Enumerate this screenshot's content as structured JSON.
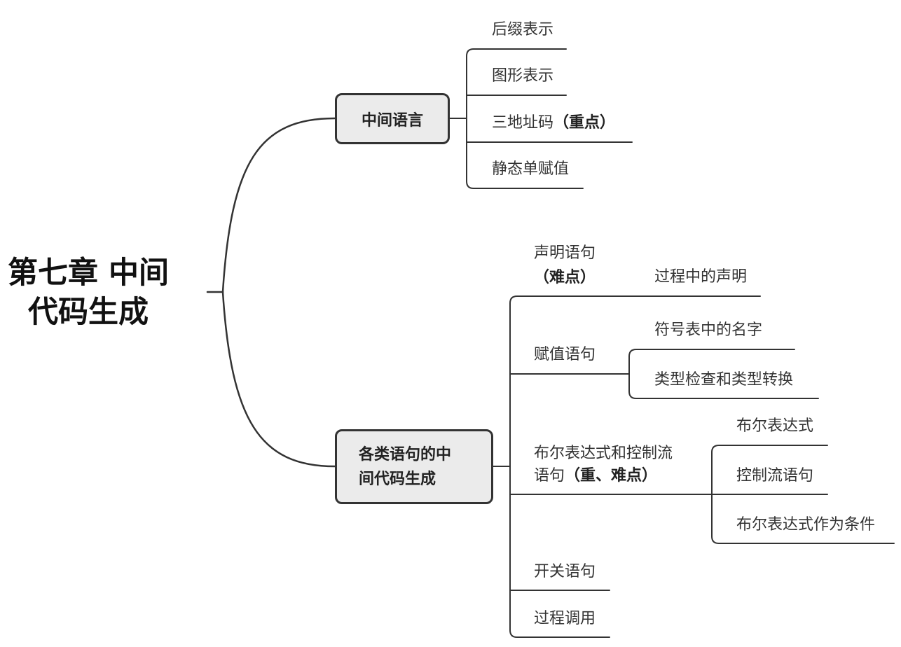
{
  "root": {
    "line1": "第七章 中间",
    "line2": "代码生成"
  },
  "branch_ir": {
    "label": "中间语言",
    "children": [
      {
        "text": "后缀表示"
      },
      {
        "text": "图形表示"
      },
      {
        "text": "三地址码",
        "mark": "（重点）"
      },
      {
        "text": "静态单赋值"
      }
    ]
  },
  "branch_stmt": {
    "label_line1": "各类语句的中",
    "label_line2": "间代码生成",
    "children": [
      {
        "text": "声明语句",
        "mark": "（难点）",
        "children": [
          {
            "text": "过程中的声明"
          }
        ]
      },
      {
        "text": "赋值语句",
        "children": [
          {
            "text": "符号表中的名字"
          },
          {
            "text": "类型检查和类型转换"
          }
        ]
      },
      {
        "text_line1": "布尔表达式和控制流",
        "text_line2": "语句",
        "mark": "（重、难点）",
        "children": [
          {
            "text": "布尔表达式"
          },
          {
            "text": "控制流语句"
          },
          {
            "text": "布尔表达式作为条件"
          }
        ]
      },
      {
        "text": "开关语句"
      },
      {
        "text": "过程调用"
      }
    ]
  },
  "colors": {
    "line": "#333333",
    "box_fill": "#ebebeb",
    "box_border": "#333333",
    "text": "#333333"
  }
}
